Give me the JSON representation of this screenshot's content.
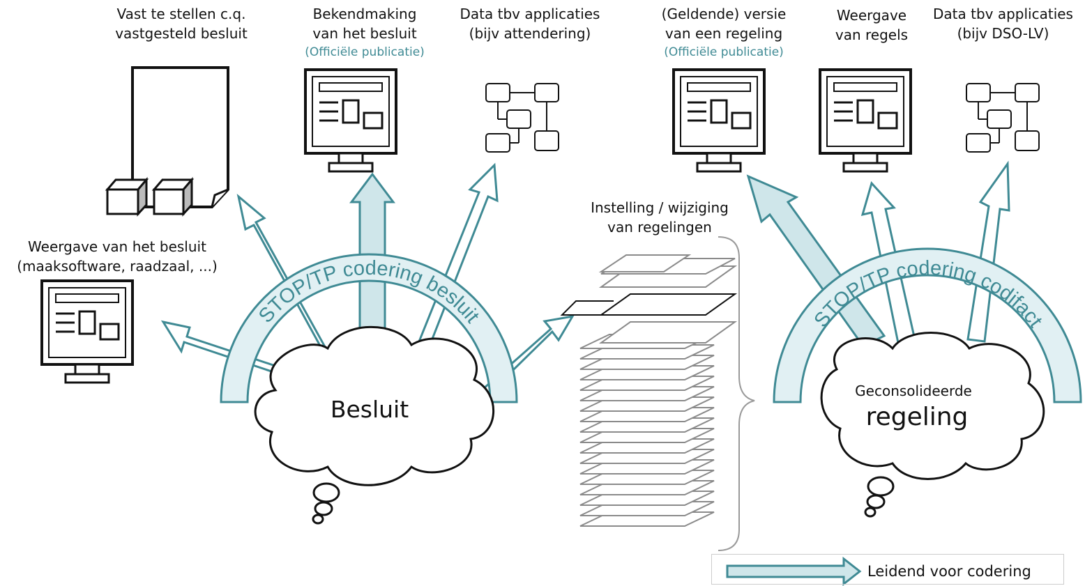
{
  "labels": {
    "vast_line1": "Vast te stellen c.q.",
    "vast_line2": "vastgesteld besluit",
    "bekend_line1": "Bekendmaking",
    "bekend_line2": "van het besluit",
    "bekend_pub": "(Officiële publicatie)",
    "data_left_line1": "Data tbv applicaties",
    "data_left_line2": "(bijv attendering)",
    "geldende_line1": "(Geldende) versie",
    "geldende_line2": "van een regeling",
    "geldende_pub": "(Officiële publicatie)",
    "weergave_regels_line1": "Weergave",
    "weergave_regels_line2": "van regels",
    "data_right_line1": "Data tbv applicaties",
    "data_right_line2": "(bijv DSO-LV)",
    "weergave_besluit_line1": "Weergave van het besluit",
    "weergave_besluit_line2": "(maaksoftware, raadzaal, ...)",
    "instelling_line1": "Instelling / wijziging",
    "instelling_line2": "van regelingen"
  },
  "arcs": {
    "left": "STOP/TP codering besluit",
    "right": "STOP/TP codering codifact"
  },
  "clouds": {
    "left": "Besluit",
    "right_small": "Geconsolideerde",
    "right_big": "regeling"
  },
  "legend": {
    "label": "Leidend voor codering"
  },
  "colors": {
    "teal_stroke": "#3f8a94",
    "teal_fill": "#cfe6ea",
    "teal_light": "#e1f0f3",
    "ink": "#111111",
    "stack_stroke": "#8a8a8a"
  }
}
